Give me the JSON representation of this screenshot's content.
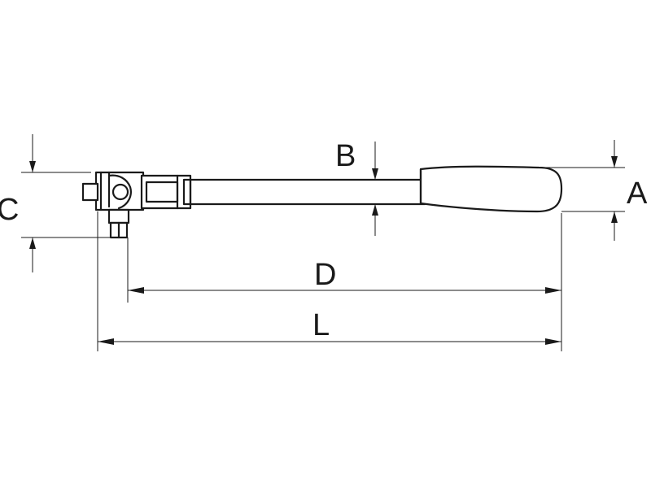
{
  "dimensions": {
    "A": "A",
    "B": "B",
    "C": "C",
    "D": "D",
    "L": "L"
  },
  "colors": {
    "line": "#1a1a1a",
    "background": "#ffffff"
  }
}
